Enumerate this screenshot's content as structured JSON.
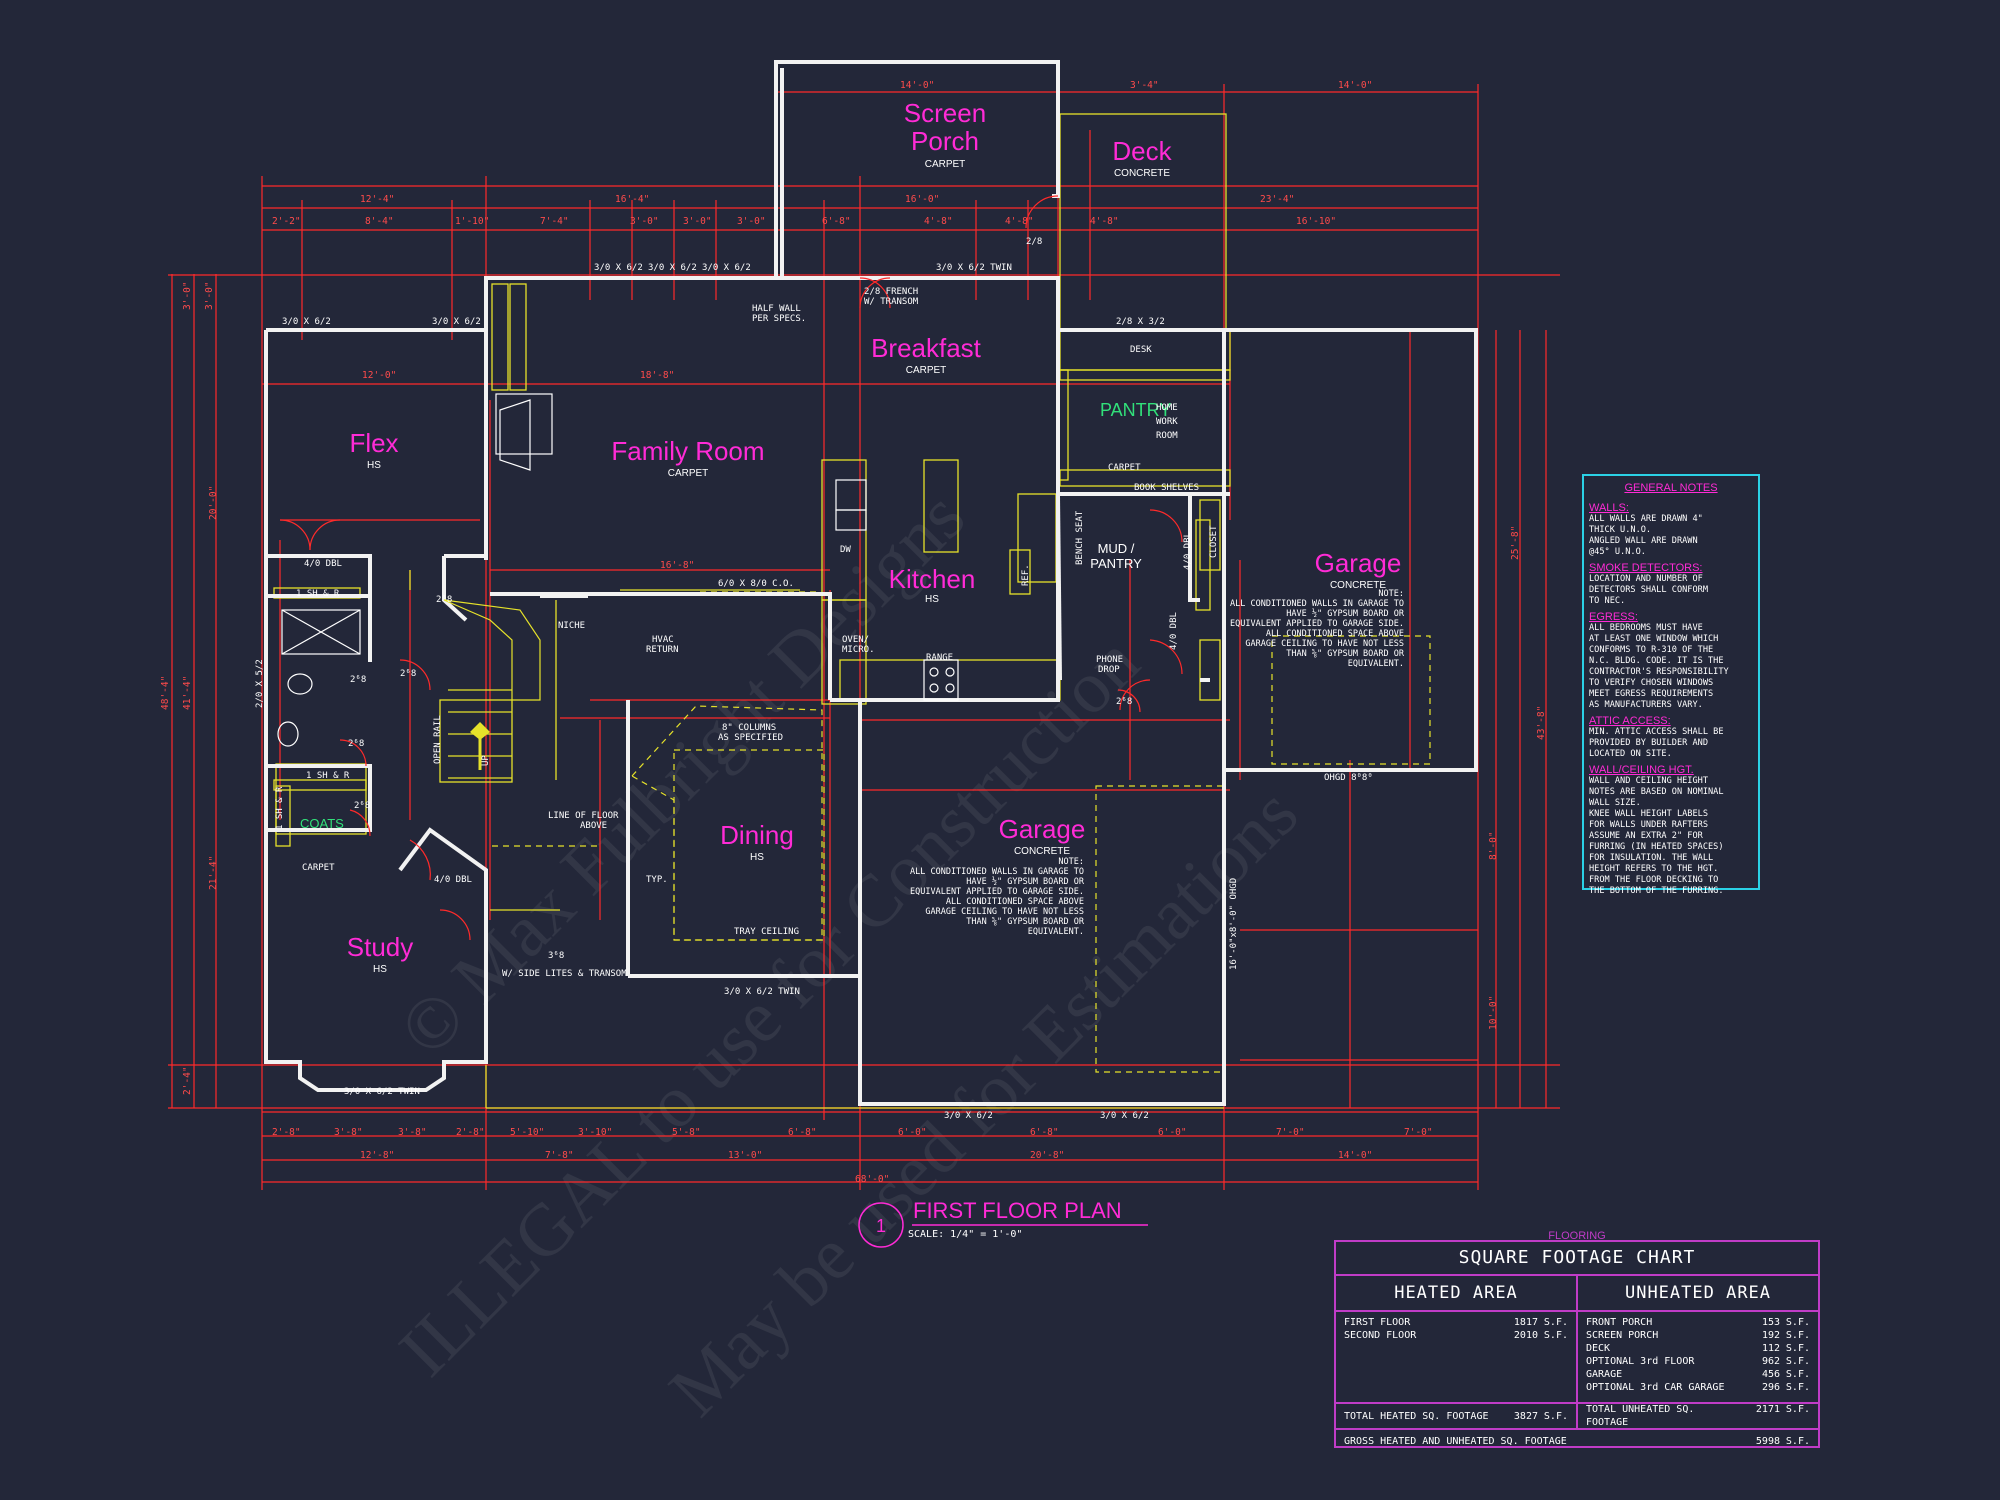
{
  "rooms": {
    "screen_porch": {
      "name1": "Screen",
      "name2": "Porch",
      "floor": "CARPET"
    },
    "deck": {
      "name": "Deck",
      "floor": "CONCRETE"
    },
    "breakfast": {
      "name": "Breakfast",
      "floor": "CARPET"
    },
    "flex": {
      "name": "Flex",
      "floor": "HS"
    },
    "family_room": {
      "name": "Family Room",
      "floor": "CARPET"
    },
    "kitchen": {
      "name": "Kitchen",
      "floor": "HS"
    },
    "mud_pantry": {
      "name1": "MUD /",
      "name2": "PANTRY"
    },
    "garage_right": {
      "name": "Garage",
      "floor": "CONCRETE"
    },
    "garage_center": {
      "name": "Garage",
      "floor": "CONCRETE"
    },
    "dining": {
      "name": "Dining",
      "floor": "HS"
    },
    "study": {
      "name": "Study",
      "floor": "HS"
    },
    "pantry": {
      "name": "PANTRY"
    },
    "home_work_room": {
      "l1": "HOME",
      "l2": "WORK",
      "l3": "ROOM"
    },
    "coats": {
      "name": "COATS"
    },
    "carpet_mid": {
      "name": "CARPET"
    },
    "carpet_study": {
      "name": "CARPET"
    }
  },
  "garage_note": [
    "NOTE:",
    "ALL CONDITIONED WALLS IN GARAGE TO",
    "HAVE ½\" GYPSUM BOARD OR",
    "EQUIVALENT APPLIED TO GARAGE SIDE.",
    "ALL CONDITIONED SPACE ABOVE",
    "GARAGE CEILING TO HAVE NOT LESS",
    "THAN ⅝\" GYPSUM BOARD OR",
    "EQUIVALENT."
  ],
  "labels": {
    "win_301": "3/0 X 6/2",
    "win_302": "3/0 X 6/2",
    "win_303": "3/0 X 6/2",
    "win_twin_top": "3/0 X 6/2 TWIN",
    "win_flex_l": "3/0 X 6/2",
    "win_flex_r": "3/0 X 6/2",
    "french": "2/8 FRENCH",
    "french2": "W/ TRANSOM",
    "half_wall": "HALF WALL",
    "half_wall2": "PER SPECS.",
    "door_28": "2/8",
    "door_28_32": "2/8 X 3/2",
    "desk": "DESK",
    "book_shelves": "BOOK SHELVES",
    "bench_seat": "BENCH SEAT",
    "closet": "CLOSET",
    "dbl_40": "4/0 DBL",
    "dbl_40b": "4/0 DBL",
    "dbl_40c": "4/0 DBL",
    "dbl_40d": "4/0 DBL",
    "oven": "OVEN/",
    "oven2": "MICRO.",
    "range": "RANGE",
    "refr": "REF.",
    "dw": "DW",
    "phone": "PHONE",
    "phone2": "DROP",
    "co": "6/0 X 8/0 C.O.",
    "niche": "NICHE",
    "hvac": "HVAC",
    "hvac2": "RETURN",
    "columns": "8\" COLUMNS",
    "columns2": "AS SPECIFIED",
    "line_floor": "LINE OF FLOOR",
    "line_floor2": "ABOVE",
    "open_rail": "OPEN RAIL",
    "up": "UP",
    "typ": "TYP.",
    "tray": "TRAY CEILING",
    "sidelites": "W/ SIDE LITES & TRANSOM",
    "win_twin_dining": "3/0 X 6/2 TWIN",
    "win_twin_study": "3/0 X 6/2 TWIN",
    "win_gar1": "3/0 X 6/2",
    "win_gar2": "3/0 X 6/2",
    "ohgd": "OHGD 8⁰8⁰",
    "ohgd16": "16'-0\"x8'-0\" OHGD",
    "sh": "1 SH & R",
    "sh2": "1 SH & R",
    "sh3": "1 SH & R",
    "door_26a": "2⁶8",
    "door_26b": "2⁶8",
    "door_26c": "2⁶8",
    "door_26d": "2⁶8",
    "door_26e": "2⁶8",
    "door_26f": "2⁶8",
    "door_36": "3⁶8",
    "door_20": "2/0 X 5/2"
  },
  "dims_top": [
    "14'-0\"",
    "3'-4\"",
    "14'-0\"",
    "12'-4\"",
    "16'-4\"",
    "16'-0\"",
    "23'-4\"",
    "2'-2\"",
    "8'-4\"",
    "1'-10\"",
    "7'-4\"",
    "3'-0\"",
    "3'-0\"",
    "3'-0\"",
    "6'-8\"",
    "4'-8\"",
    "4'-8\"",
    "4'-8\"",
    "16'-10\"",
    "12'-0\"",
    "18'-8\"",
    "16'-8\""
  ],
  "dims_bottom": [
    "2'-8\"",
    "3'-8\"",
    "3'-8\"",
    "2'-8\"",
    "5'-10\"",
    "3'-10\"",
    "5'-8\"",
    "6'-8\"",
    "6'-0\"",
    "6'-8\"",
    "6'-0\"",
    "7'-0\"",
    "7'-0\"",
    "12'-8\"",
    "7'-8\"",
    "13'-0\"",
    "20'-8\"",
    "14'-0\"",
    "68'-0\""
  ],
  "dims_left": [
    "3'-0\"",
    "3'-0\"",
    "20'-0\"",
    "41'-4\"",
    "48'-4\"",
    "21'-4\"",
    "2'-4\""
  ],
  "dims_right": [
    "25'-8\"",
    "43'-8\"",
    "8'-0\"",
    "10'-0\""
  ],
  "plan_title": "FIRST FLOOR PLAN",
  "plan_number": "1",
  "plan_scale": "SCALE: 1/4\" = 1'-0\"",
  "watermark": {
    "l1": "© Max Fulbright Designs",
    "l2": "ILLEGAL to use for Construction",
    "l3": "May be used for Estimations"
  },
  "general_notes": {
    "title": "GENERAL NOTES",
    "sections": [
      {
        "head": "WALLS:",
        "body": "ALL WALLS ARE DRAWN 4\"\nTHICK U.N.O.\nANGLED WALL ARE DRAWN\n@45° U.N.O."
      },
      {
        "head": "SMOKE DETECTORS:",
        "body": "LOCATION AND NUMBER OF\nDETECTORS SHALL CONFORM\nTO NEC."
      },
      {
        "head": "EGRESS:",
        "body": "ALL BEDROOMS MUST HAVE\nAT LEAST ONE WINDOW WHICH\nCONFORMS TO R-310 OF THE\nN.C. BLDG. CODE. IT IS THE\nCONTRACTOR'S RESPONSIBILITY\nTO VERIFY CHOSEN WINDOWS\nMEET EGRESS REQUIREMENTS\nAS MANUFACTURERS VARY."
      },
      {
        "head": "ATTIC ACCESS:",
        "body": "MIN. ATTIC ACCESS SHALL BE\nPROVIDED BY BUILDER AND\nLOCATED ON SITE."
      },
      {
        "head": "WALL/CEILING HGT.",
        "body": "WALL AND CEILING HEIGHT\nNOTES ARE BASED ON NOMINAL\nWALL SIZE.\nKNEE WALL HEIGHT LABELS\nFOR WALLS UNDER RAFTERS\nASSUME AN EXTRA 2\" FOR\nFURRING (IN HEATED SPACES)\nFOR INSULATION. THE WALL\nHEIGHT REFERS TO THE HGT.\nFROM THE FLOOR DECKING TO\nTHE BOTTOM OF THE FURRING."
      }
    ]
  },
  "sqft_chart": {
    "flooring": "FLOORING",
    "title": "SQUARE FOOTAGE CHART",
    "heated_head": "HEATED AREA",
    "unheated_head": "UNHEATED AREA",
    "heated": [
      {
        "name": "FIRST FLOOR",
        "value": "1817",
        "unit": "S.F."
      },
      {
        "name": "SECOND FLOOR",
        "value": "2010",
        "unit": "S.F."
      }
    ],
    "unheated": [
      {
        "name": "FRONT PORCH",
        "value": "153",
        "unit": "S.F."
      },
      {
        "name": "SCREEN PORCH",
        "value": "192",
        "unit": "S.F."
      },
      {
        "name": "DECK",
        "value": "112",
        "unit": "S.F."
      },
      {
        "name": "OPTIONAL 3rd FLOOR",
        "value": "962",
        "unit": "S.F."
      },
      {
        "name": "GARAGE",
        "value": "456",
        "unit": "S.F."
      },
      {
        "name": "OPTIONAL 3rd CAR GARAGE",
        "value": "296",
        "unit": "S.F."
      }
    ],
    "total_heated": {
      "name": "TOTAL HEATED SQ. FOOTAGE",
      "value": "3827",
      "unit": "S.F."
    },
    "total_unheated": {
      "name": "TOTAL UNHEATED SQ. FOOTAGE",
      "value": "2171",
      "unit": "S.F."
    },
    "gross": {
      "name": "GROSS HEATED AND UNHEATED SQ. FOOTAGE",
      "value": "5998",
      "unit": "S.F."
    }
  },
  "colors": {
    "background": "#232739",
    "walls": "#f2f2f2",
    "dimensions": "#ff2a2a",
    "room_labels": "#ff2bd6",
    "cabinets": "#e6e22a",
    "notes_border": "#2bd1e6",
    "chart_border": "#c03cc7"
  }
}
